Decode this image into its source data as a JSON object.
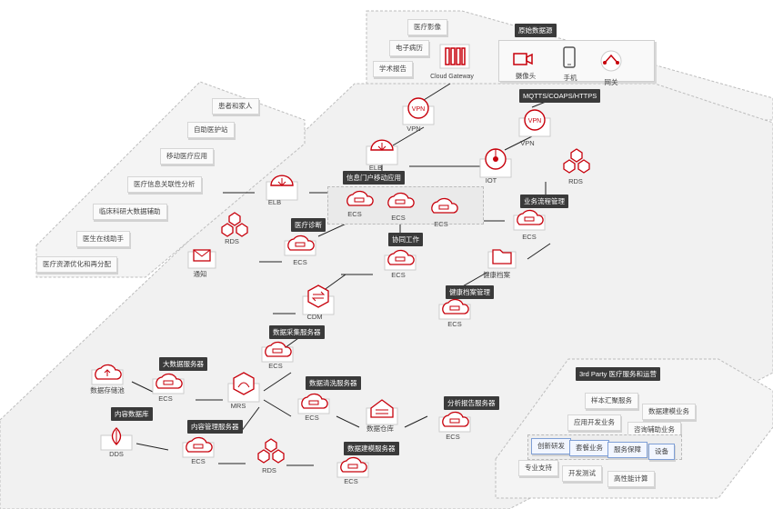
{
  "source_top": {
    "sources": [
      "医疗影像",
      "电子病历",
      "学术报告"
    ],
    "gateway_label": "Cloud Gateway",
    "raw_title": "原始数据源",
    "devices": [
      "摄像头",
      "手机",
      "网关"
    ],
    "protocol": "MQTTS/COAPS/HTTPS"
  },
  "left_apps": [
    "患者和家人",
    "自助医护站",
    "移动医疗应用",
    "医疗信息关联性分析",
    "临床科研大数据辅助",
    "医生在线助手",
    "医疗资源优化和再分配"
  ],
  "nodes": {
    "vpn_left": "VPN",
    "vpn_right": "VPN",
    "elb_top": "ELB",
    "iot": "IOT",
    "rds_right": "RDS",
    "elb_left": "ELB",
    "portal_title": "信息门户移动应用",
    "portal_ecs": [
      "ECS",
      "ECS",
      "ECS"
    ],
    "biz_title": "业务流程管理",
    "biz_ecs": "ECS",
    "rds_left": "RDS",
    "notify": "通知",
    "diag_title": "医疗诊断",
    "diag_ecs": "ECS",
    "collab_title": "协同工作",
    "collab_ecs": "ECS",
    "health_file": "健康档案",
    "health_mgmt_title": "健康档案管理",
    "health_mgmt_ecs": "ECS",
    "cdm": "CDM",
    "collect_title": "数据采集服务器",
    "collect_ecs": "ECS",
    "bigdata_title": "大数据服务器",
    "bigdata_ecs": "ECS",
    "storage_pool": "数据存储池",
    "mrs": "MRS",
    "clean_title": "数据清洗服务器",
    "clean_ecs": "ECS",
    "warehouse": "数据仓库",
    "report_title": "分析报告服务器",
    "report_ecs": "ECS",
    "content_db_title": "内容数据库",
    "dds": "DDS",
    "content_mgmt_title": "内容管理服务器",
    "content_mgmt_ecs": "ECS",
    "rds_bottom": "RDS",
    "modeling_title": "数据建模服务器",
    "modeling_ecs": "ECS"
  },
  "third_party": {
    "title": "3rd Party 医疗服务和运营",
    "items_top": [
      "样本汇聚服务",
      "数据建模业务",
      "应用开发业务",
      "咨询辅助业务"
    ],
    "items_blue": [
      "创新研发",
      "套餐业务",
      "服务保障",
      "设备"
    ],
    "items_bottom": [
      "专业支持",
      "开发测试",
      "高性能计算"
    ]
  },
  "colors": {
    "accent": "#c7000b",
    "tag_bg": "#3a3a3a",
    "plane": "#f1f1f1"
  }
}
